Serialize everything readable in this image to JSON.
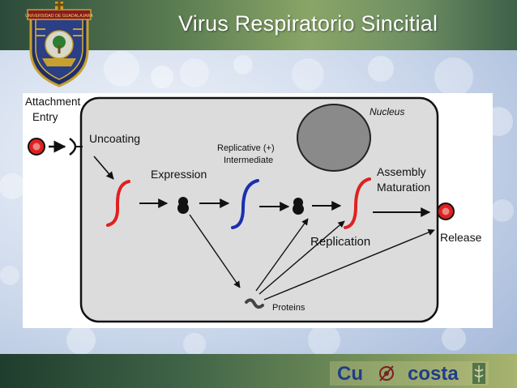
{
  "slide": {
    "title": "Virus Respiratorio Sincitial",
    "institution_seal_text": "UNIVERSIDAD DE GUADALAJARA"
  },
  "diagram": {
    "attachment": "Attachment",
    "entry": "Entry",
    "uncoating": "Uncoating",
    "expression": "Expression",
    "replicative": "Replicative (+)",
    "intermediate": "Intermediate",
    "nucleus": "Nucleus",
    "assembly": "Assembly",
    "maturation": "Maturation",
    "replication": "Replication",
    "release": "Release",
    "proteins": "Proteins"
  },
  "footer": {
    "cu": "Cu",
    "costa": "costa"
  },
  "colors": {
    "header": "#5c7e52",
    "footer": "#3f6347",
    "red_strand": "#e02020",
    "blue_strand": "#1a2fb0",
    "cell": "#dcdcdc",
    "nucleus": "#8a8a8a"
  }
}
